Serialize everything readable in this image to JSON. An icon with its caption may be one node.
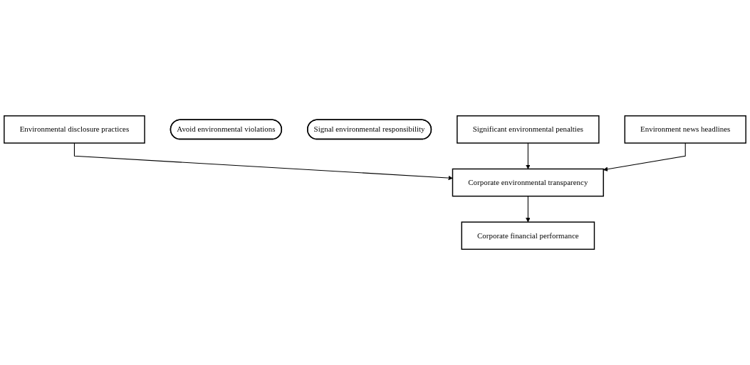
{
  "diagram": {
    "nodes": [
      {
        "text": [
          "Environmental disclosure practices"
        ]
      },
      {
        "text": [
          "Avoid environmental violations"
        ]
      },
      {
        "text": [
          "Signal environmental responsibility"
        ]
      },
      {
        "text": [
          "Significant environmental penalties"
        ]
      },
      {
        "text": [
          "Environment news headlines"
        ]
      },
      {
        "text": [
          "Corporate environmental transparency"
        ]
      },
      {
        "text": [
          "Corporate financial performance"
        ]
      }
    ],
    "edges": [
      {
        "from": 0,
        "to": 5,
        "arrow": "to"
      },
      {
        "from": 3,
        "to": 5,
        "arrow": "to"
      },
      {
        "from": 4,
        "to": 5,
        "arrow": "to"
      },
      {
        "from": 5,
        "to": 6,
        "arrow": "to"
      }
    ]
  }
}
